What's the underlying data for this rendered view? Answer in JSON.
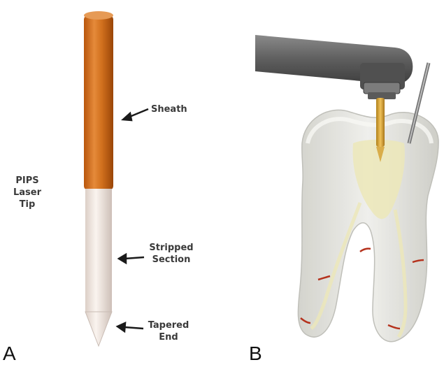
{
  "panel_a": {
    "letter": "A",
    "title_line1": "PIPS",
    "title_line2": "Laser Tip",
    "sheath_label": "Sheath",
    "stripped_line1": "Stripped",
    "stripped_line2": "Section",
    "tapered_line1": "Tapered",
    "tapered_line2": "End",
    "colors": {
      "sheath": "#d2711e",
      "stripped": "#efe5df"
    }
  },
  "panel_b": {
    "letter": "B",
    "colors": {
      "handpiece": "#6b6b6b",
      "tooth": "#dcdcd6",
      "debris": "#ece7b8",
      "canal_marks": "#b5321d"
    }
  }
}
